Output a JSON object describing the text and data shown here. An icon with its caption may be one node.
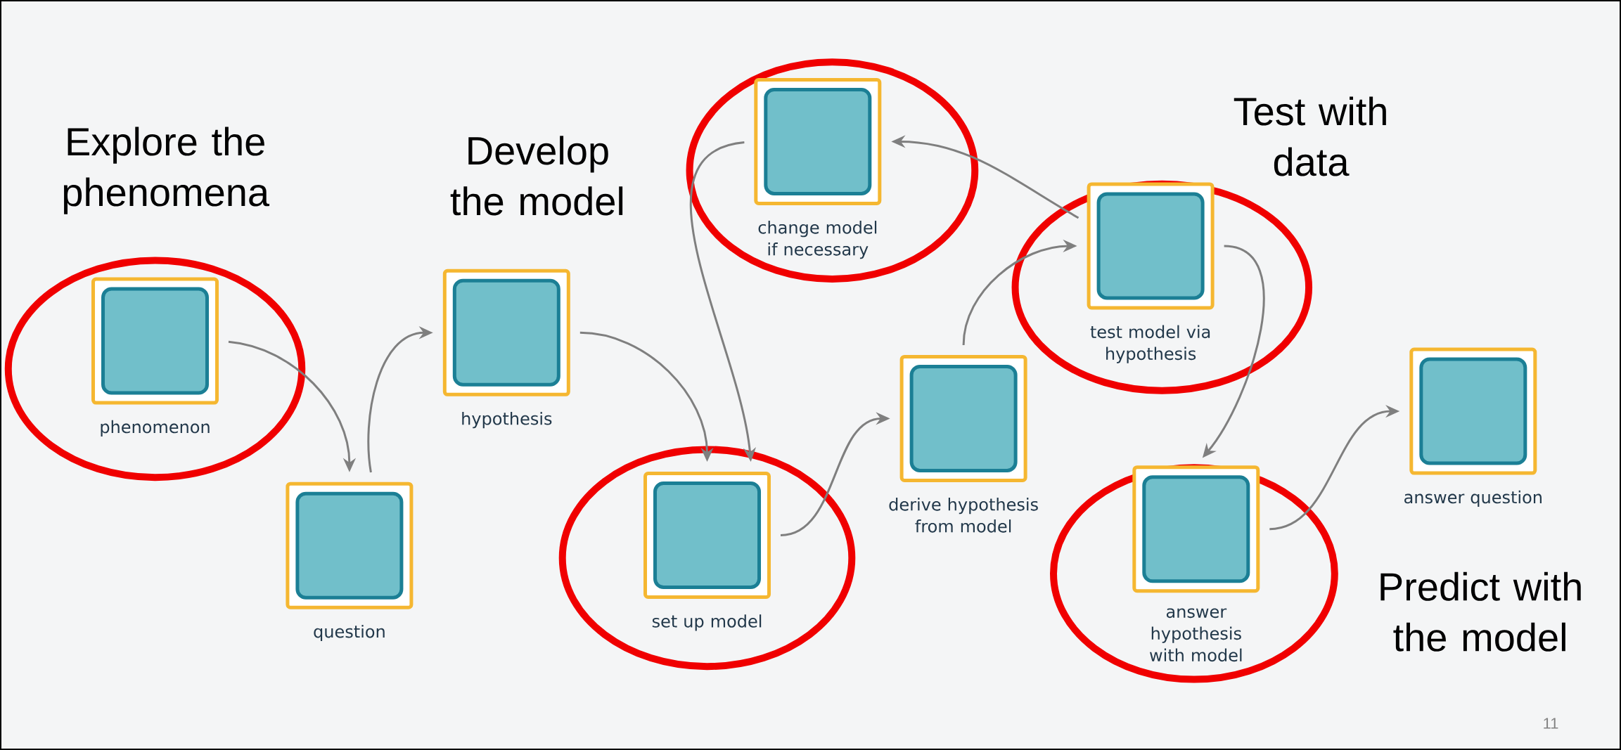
{
  "diagram": {
    "nodes": [
      {
        "text": [],
        "shape": "circle"
      },
      {
        "text": [
          "phenomenon"
        ],
        "in": 0
      },
      {
        "text": [
          "question"
        ]
      },
      {
        "text": [
          "hypothesis"
        ]
      },
      {
        "text": [],
        "shape": "circle"
      },
      {
        "text": [
          "set up model"
        ],
        "in": 4
      },
      {
        "text": [],
        "shape": "circle"
      },
      {
        "text": [
          "change model if necessary"
        ],
        "in": 6
      },
      {
        "text": [
          "derive hypothesis from model"
        ]
      },
      {
        "text": [],
        "shape": "circle"
      },
      {
        "text": [
          "test model via hypothesis"
        ],
        "in": 9
      },
      {
        "text": [],
        "shape": "circle"
      },
      {
        "text": [
          "answer hypothesis with model"
        ],
        "in": 11
      },
      {
        "text": [
          "answer question"
        ]
      }
    ],
    "edges": [
      {
        "from": 1,
        "to": 2,
        "arrow": "to"
      },
      {
        "from": 2,
        "to": 3,
        "arrow": "to"
      },
      {
        "from": 3,
        "to": 5,
        "arrow": "to"
      },
      {
        "from": 7,
        "to": 5,
        "arrow": "to"
      },
      {
        "from": 5,
        "to": 8,
        "arrow": "to"
      },
      {
        "from": 8,
        "to": 10,
        "arrow": "to"
      },
      {
        "from": 10,
        "to": 7,
        "arrow": "to"
      },
      {
        "from": 10,
        "to": 12,
        "arrow": "to"
      },
      {
        "from": 12,
        "to": 13,
        "arrow": "to"
      }
    ],
    "labels": [
      "Explore the phenomena",
      "Develop the model",
      "Test with data",
      "Predict with the model",
      "11"
    ]
  }
}
